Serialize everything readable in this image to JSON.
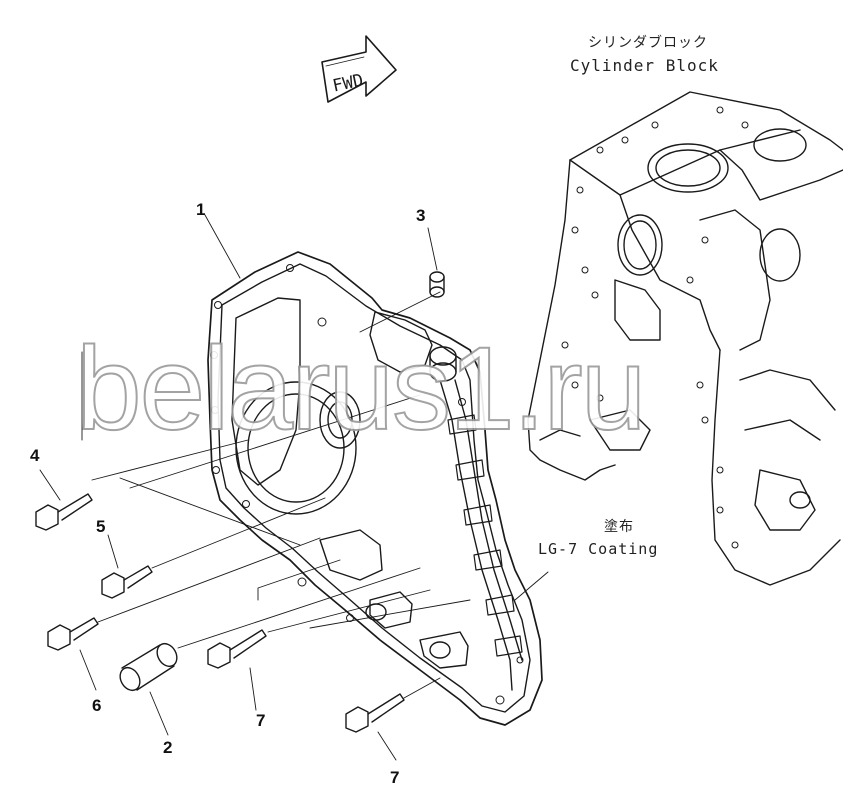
{
  "title_jp": "シリンダブロック",
  "title_en": "Cylinder Block",
  "fwd_label": "FWD",
  "coating_jp": "塗布",
  "coating_en": "LG-7 Coating",
  "watermark": "belarus1.ru",
  "part_numbers": [
    "1",
    "2",
    "3",
    "4",
    "5",
    "6",
    "7",
    "7"
  ],
  "colors": {
    "line": "#1a1a1a",
    "watermark_stroke": "#9a9a9a"
  }
}
